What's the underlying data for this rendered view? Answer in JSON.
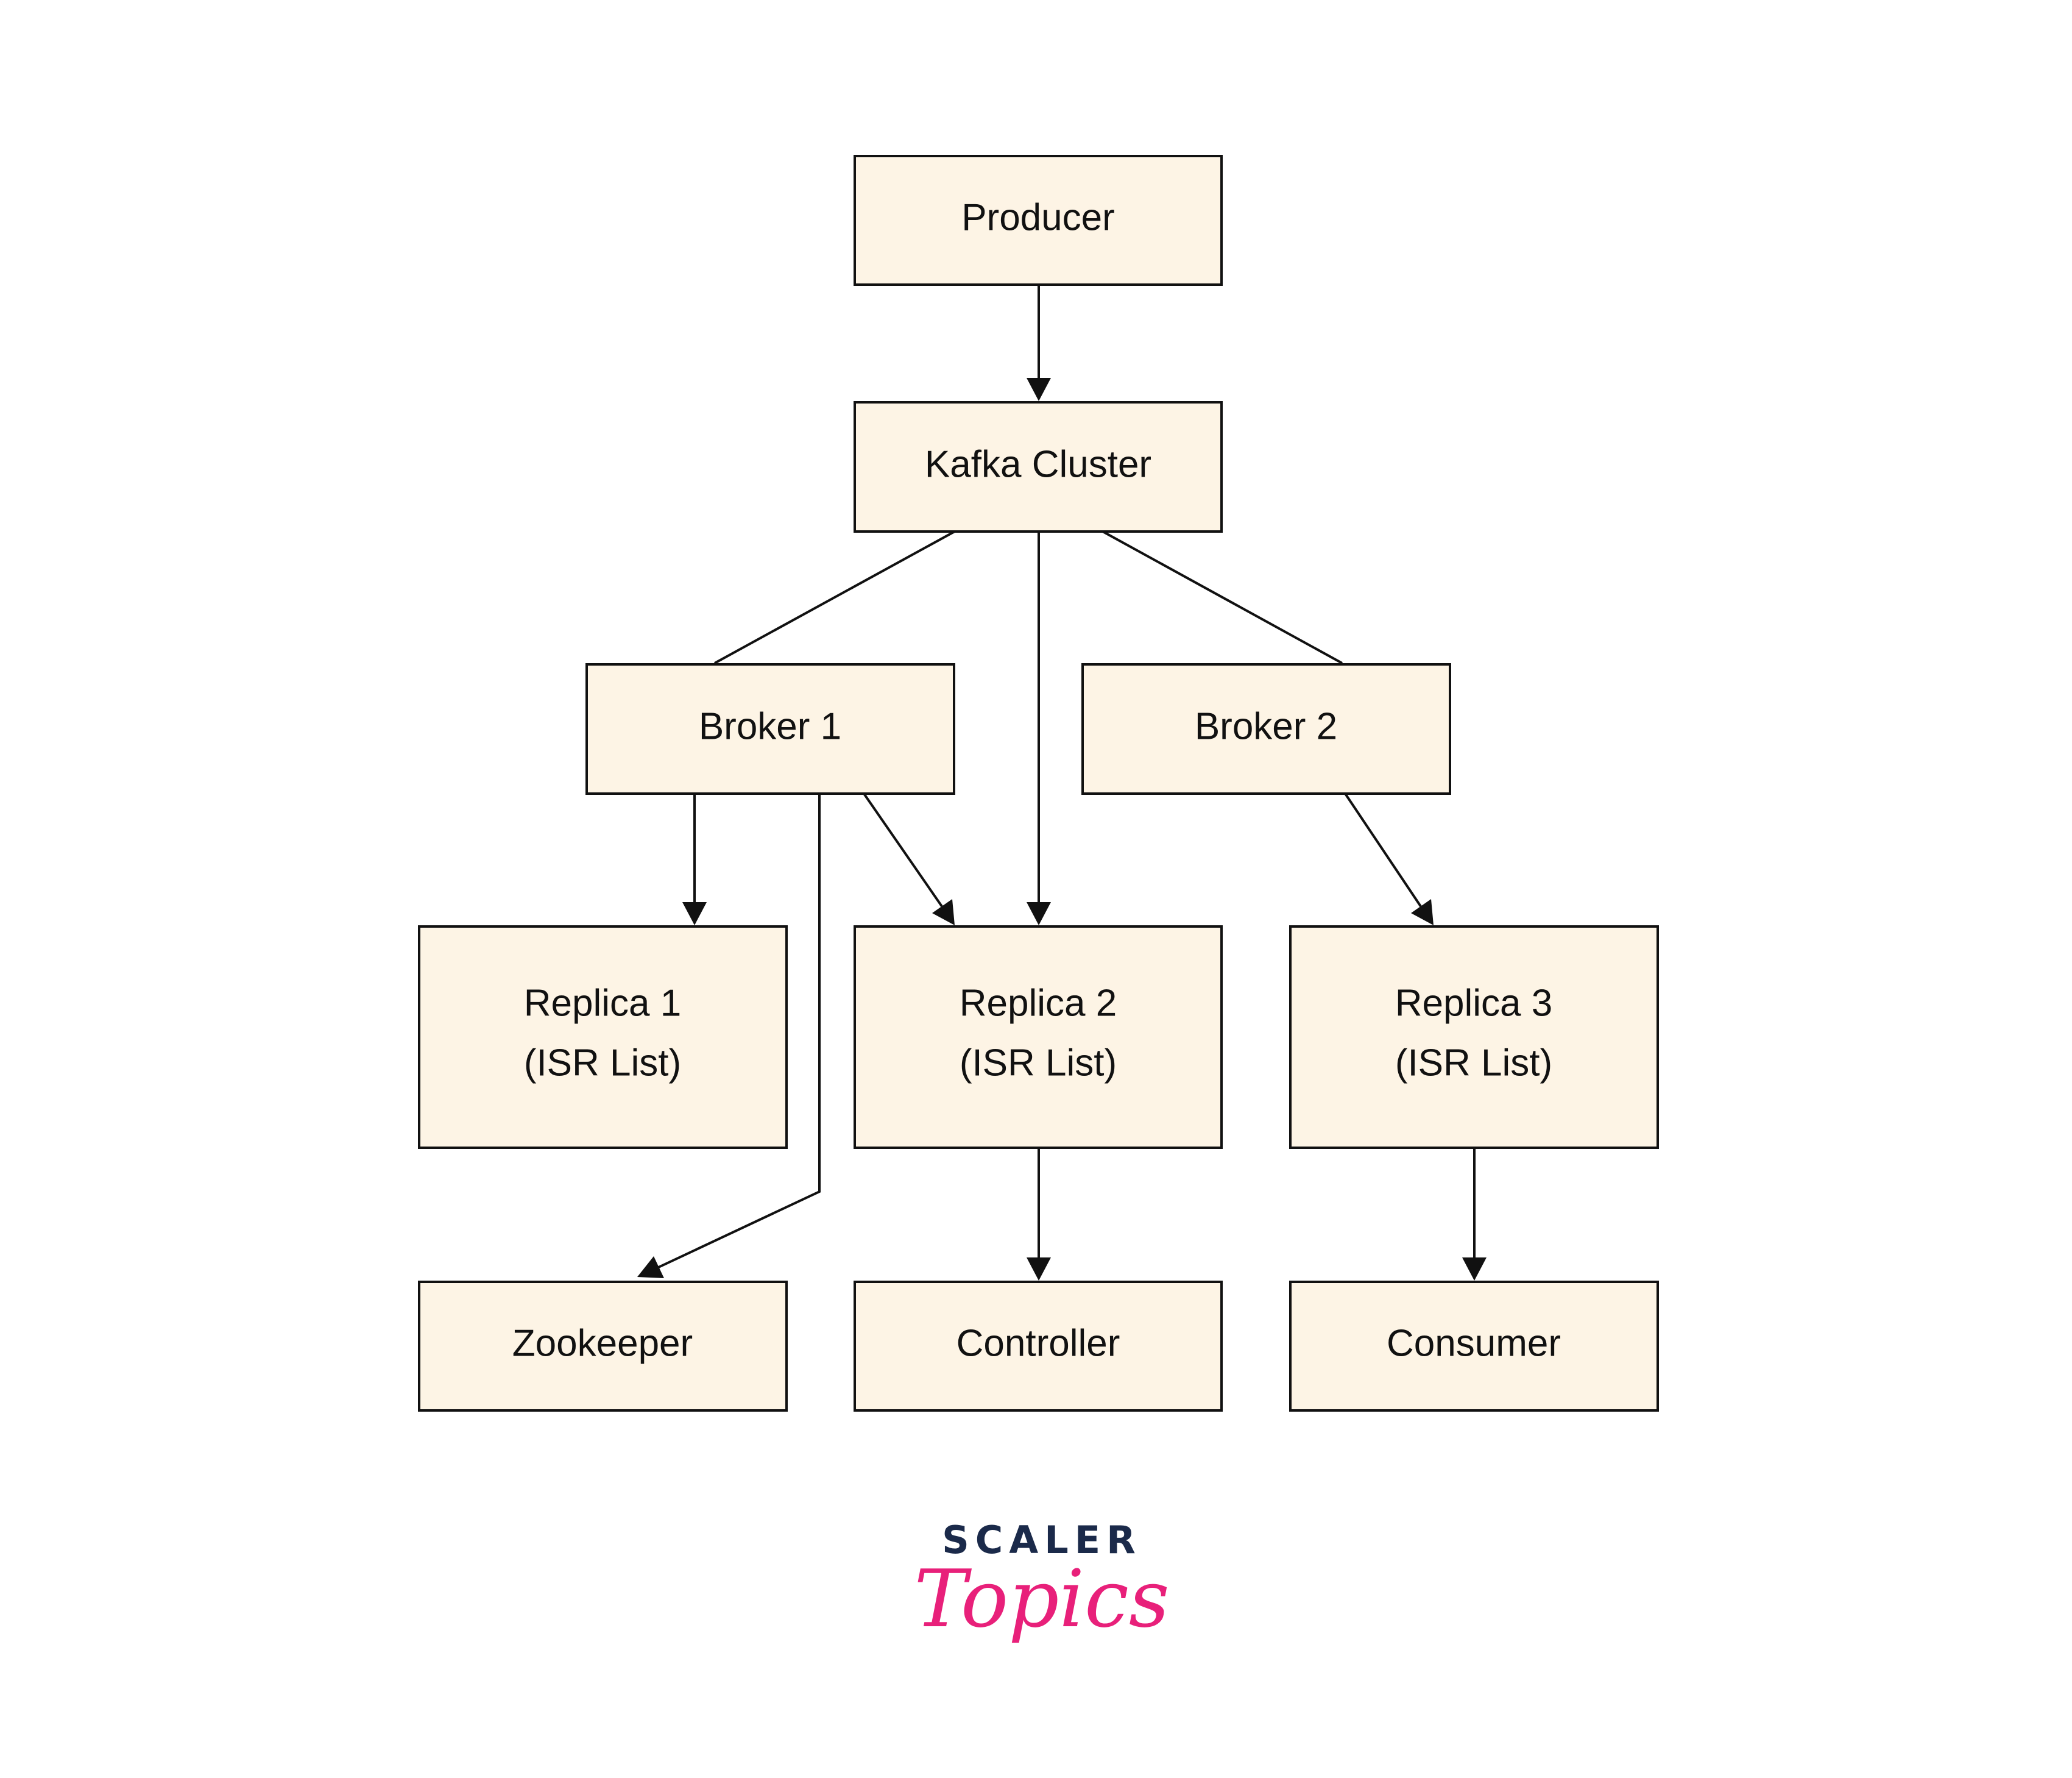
{
  "diagram": {
    "nodes": {
      "producer": {
        "label": "Producer"
      },
      "kafka_cluster": {
        "label": "Kafka Cluster"
      },
      "broker1": {
        "label": "Broker 1"
      },
      "broker2": {
        "label": "Broker 2"
      },
      "replica1": {
        "line1": "Replica 1",
        "line2": "(ISR List)"
      },
      "replica2": {
        "line1": "Replica 2",
        "line2": "(ISR List)"
      },
      "replica3": {
        "line1": "Replica 3",
        "line2": "(ISR List)"
      },
      "zookeeper": {
        "label": "Zookeeper"
      },
      "controller": {
        "label": "Controller"
      },
      "consumer": {
        "label": "Consumer"
      }
    },
    "edges": [
      {
        "from": "producer",
        "to": "kafka_cluster",
        "arrow": true
      },
      {
        "from": "kafka_cluster",
        "to": "broker1",
        "arrow": false
      },
      {
        "from": "kafka_cluster",
        "to": "replica2",
        "arrow": true
      },
      {
        "from": "kafka_cluster",
        "to": "broker2",
        "arrow": false
      },
      {
        "from": "broker1",
        "to": "replica1",
        "arrow": true
      },
      {
        "from": "broker1",
        "to": "replica2",
        "arrow": true
      },
      {
        "from": "broker1",
        "to": "zookeeper",
        "arrow": true
      },
      {
        "from": "broker2",
        "to": "replica3",
        "arrow": true
      },
      {
        "from": "replica2",
        "to": "controller",
        "arrow": true
      },
      {
        "from": "replica3",
        "to": "consumer",
        "arrow": true
      }
    ]
  },
  "logo": {
    "top": "SCALER",
    "bottom": "Topics"
  },
  "colors": {
    "box_fill": "#fdf4e5",
    "stroke": "#111111",
    "logo_navy": "#1b2a4a",
    "logo_pink": "#e8207a"
  }
}
